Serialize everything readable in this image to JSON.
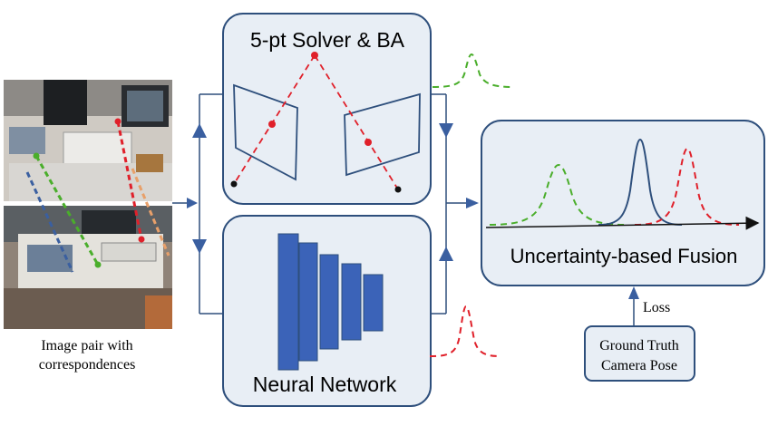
{
  "solver": {
    "title": "5-pt Solver & BA"
  },
  "network": {
    "title": "Neural Network"
  },
  "fusion": {
    "title": "Uncertainty-based Fusion"
  },
  "input": {
    "caption_line1": "Image pair with",
    "caption_line2": "correspondences"
  },
  "loss": {
    "label": "Loss"
  },
  "ground_truth": {
    "line1": "Ground Truth",
    "line2": "Camera Pose"
  },
  "colors": {
    "box_fill": "#e8eef5",
    "box_stroke": "#2e4f7c",
    "arrow": "#3a5fa0",
    "nn_layer": "#3b63b8",
    "green_curve": "#4aae2b",
    "blue_curve": "#2e4f7c",
    "red_curve": "#e0202a"
  }
}
